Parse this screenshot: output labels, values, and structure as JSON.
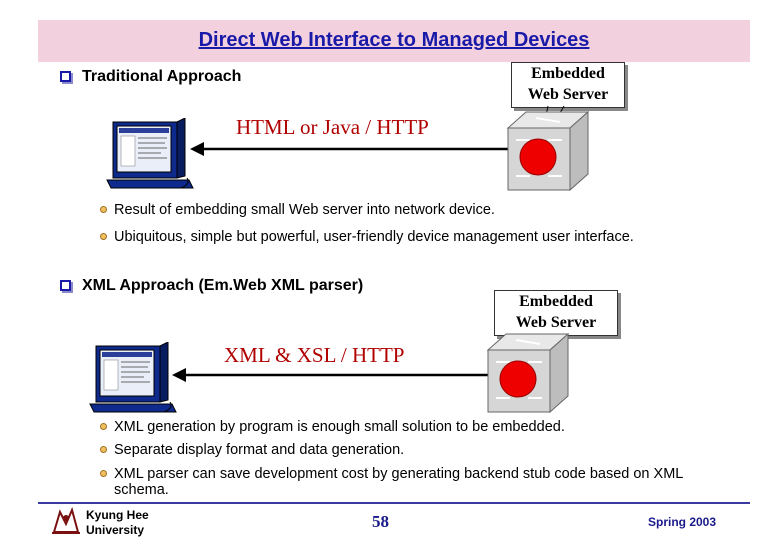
{
  "title": "Direct Web Interface to Managed Devices",
  "section1": {
    "heading": "Traditional Approach",
    "callout": [
      "Embedded",
      "Web Server"
    ],
    "protocol": "HTML or Java / HTTP",
    "bullets": [
      "Result of embedding small Web server into network device.",
      "Ubiquitous, simple but powerful, user-friendly device management user interface."
    ]
  },
  "section2": {
    "heading": "XML Approach (Em.Web XML parser)",
    "callout": [
      "Embedded",
      "Web Server"
    ],
    "protocol": "XML & XSL / HTTP",
    "bullets": [
      "XML generation by program is enough small solution to be embedded.",
      "Separate display format and data generation.",
      "XML parser can save development cost by generating backend stub code based on XML schema."
    ]
  },
  "footer": {
    "university": [
      "Kyung Hee",
      "University"
    ],
    "page": "58",
    "date": "Spring 2003"
  },
  "icons": [
    "computer-icon",
    "network-device-icon",
    "university-logo-icon"
  ],
  "colors": {
    "title": "#1a1aa8",
    "title_band": "#f2d0de",
    "protocol": "#b00000",
    "led": "#ee0000"
  }
}
